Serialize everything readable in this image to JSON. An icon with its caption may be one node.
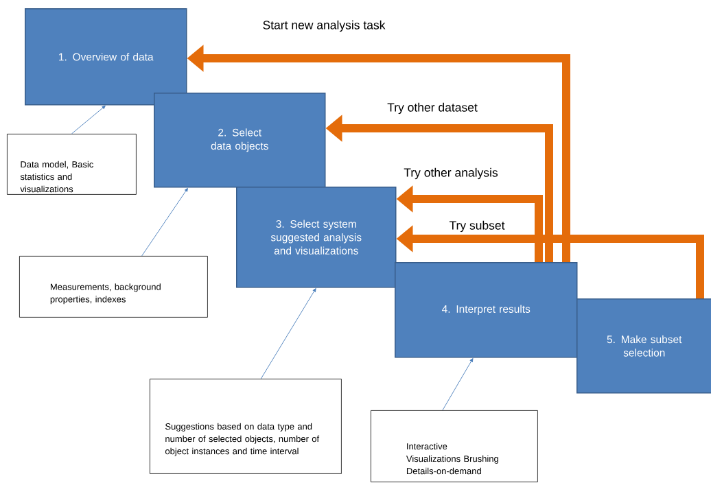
{
  "diagram": {
    "nodes": [
      {
        "text": [
          "1. Overview of data"
        ]
      },
      {
        "text": [
          "2. Select data objects"
        ]
      },
      {
        "text": [
          "3. Select system suggested analysis and visualizations"
        ]
      },
      {
        "text": [
          "4. Interpret results"
        ]
      },
      {
        "text": [
          "5. Make subset selection"
        ]
      },
      {
        "text": [
          "Data model, Basic statistics and visualizations"
        ]
      },
      {
        "text": [
          "Measurements, background properties, indexes"
        ]
      },
      {
        "text": [
          "Suggestions based on data type and number of selected objects, number of object instances and time interval"
        ]
      },
      {
        "text": [
          "Interactive Visualizations Brushing Details-on-demand"
        ]
      }
    ],
    "edges": [
      {
        "from": 3,
        "to": 0,
        "arrow": "to",
        "label": "Start new analysis task",
        "style": "thick",
        "color": "#e46c0a"
      },
      {
        "from": 3,
        "to": 1,
        "arrow": "to",
        "label": "Try other dataset",
        "style": "thick",
        "color": "#e46c0a"
      },
      {
        "from": 3,
        "to": 2,
        "arrow": "to",
        "label": "Try other analysis",
        "style": "thick",
        "color": "#e46c0a"
      },
      {
        "from": 4,
        "to": 2,
        "arrow": "to",
        "label": "Try subset",
        "style": "thick",
        "color": "#e46c0a"
      },
      {
        "from": 5,
        "to": 0,
        "arrow": "to",
        "color": "#4a7ebb"
      },
      {
        "from": 6,
        "to": 1,
        "arrow": "to",
        "color": "#4a7ebb"
      },
      {
        "from": 7,
        "to": 2,
        "arrow": "to",
        "color": "#4a7ebb"
      },
      {
        "from": 8,
        "to": 3,
        "arrow": "to",
        "color": "#4a7ebb"
      }
    ]
  }
}
